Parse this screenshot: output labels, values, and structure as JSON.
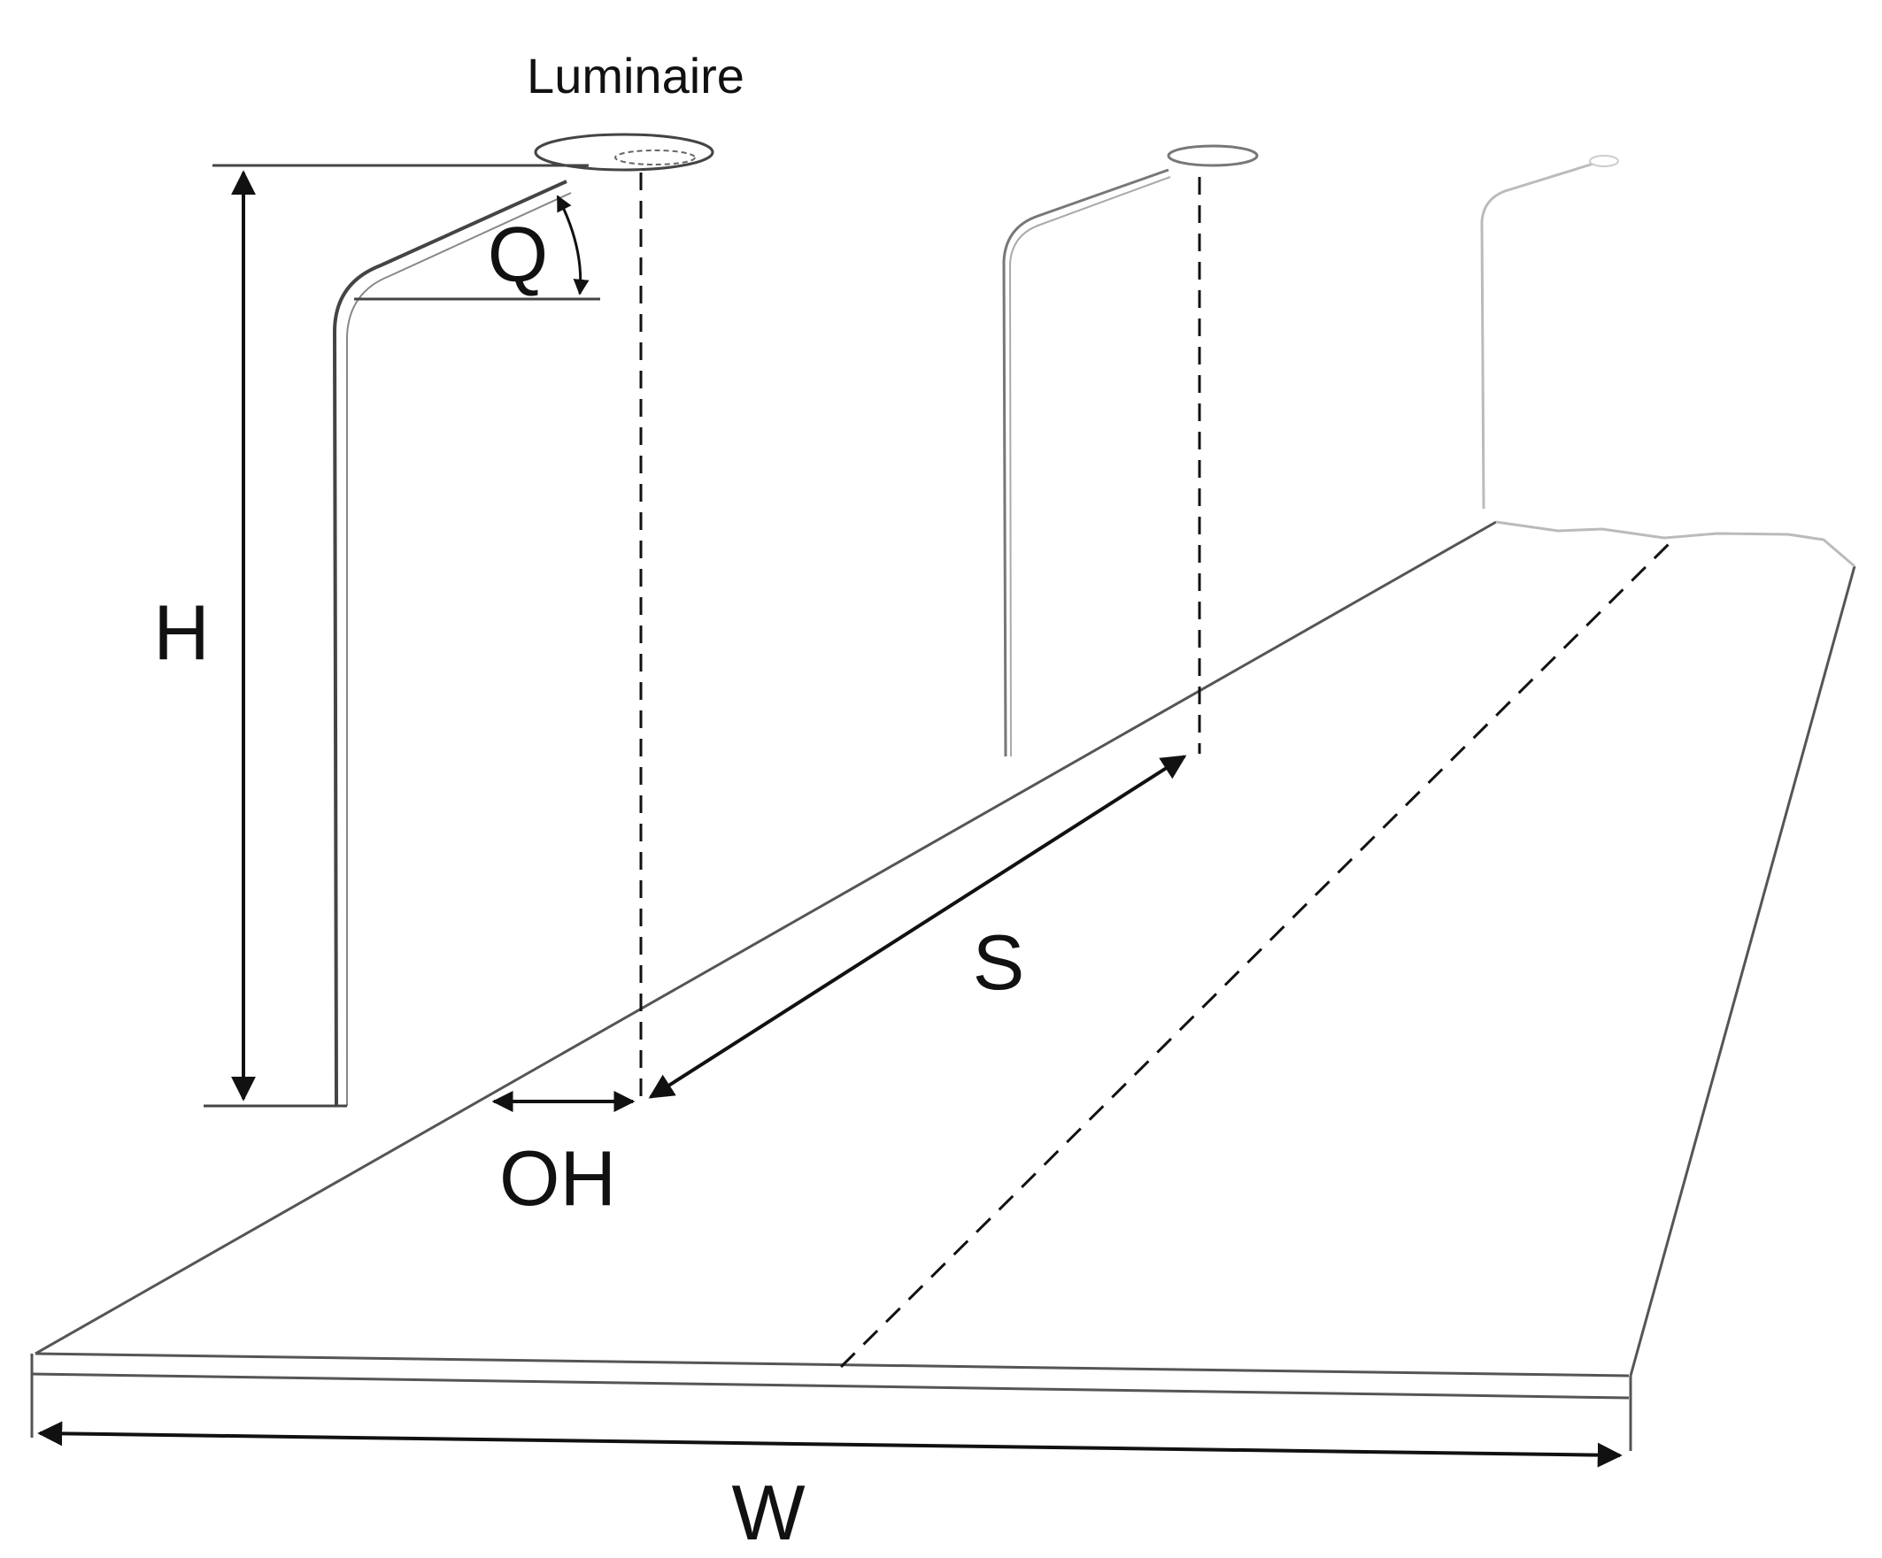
{
  "diagram": {
    "labels": {
      "luminaire": "Luminaire",
      "height": "H",
      "tilt_angle": "Q",
      "spacing": "S",
      "overhang": "OH",
      "width": "W"
    },
    "colors": {
      "line": "#111111",
      "road_edge": "#555555",
      "pole": "#444444",
      "pole_faded": "#888888",
      "pole_faint": "#bbbbbb",
      "background": "#ffffff"
    }
  }
}
